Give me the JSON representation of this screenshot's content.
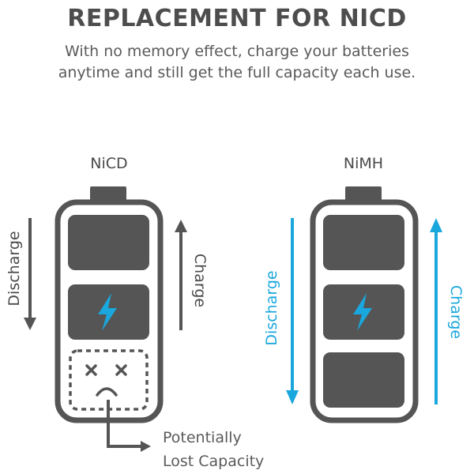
{
  "header": {
    "title": "REPLACEMENT FOR NICD",
    "subtitle_line1": "With no memory effect, charge your batteries",
    "subtitle_line2": "anytime and still get the full capacity each use."
  },
  "nicd": {
    "label": "NiCD",
    "discharge_label": "Discharge",
    "charge_label": "Charge",
    "lost_line1": "Potentially",
    "lost_line2": "Lost Capacity",
    "arrow_color": "#555555"
  },
  "nimh": {
    "label": "NiMH",
    "discharge_label": "Discharge",
    "charge_label": "Charge",
    "arrow_color": "#1aa7dd"
  },
  "colors": {
    "battery_gray": "#555555",
    "bolt_blue": "#1aa7dd",
    "text_gray": "#5a5a5a"
  }
}
